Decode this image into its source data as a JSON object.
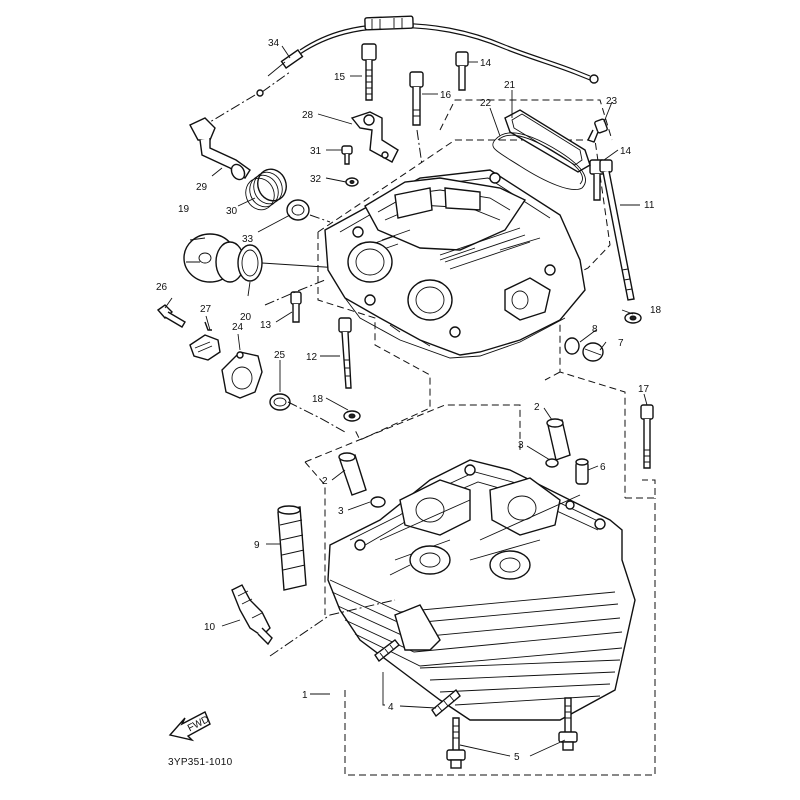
{
  "part_labels": [
    {
      "id": "p34",
      "text": "34"
    },
    {
      "id": "p15",
      "text": "15"
    },
    {
      "id": "p14a",
      "text": "14"
    },
    {
      "id": "p16",
      "text": "16"
    },
    {
      "id": "p21",
      "text": "21"
    },
    {
      "id": "p28",
      "text": "28"
    },
    {
      "id": "p22",
      "text": "22"
    },
    {
      "id": "p23",
      "text": "23"
    },
    {
      "id": "p31",
      "text": "31"
    },
    {
      "id": "p14b",
      "text": "14"
    },
    {
      "id": "p32",
      "text": "32"
    },
    {
      "id": "p29",
      "text": "29"
    },
    {
      "id": "p30",
      "text": "30"
    },
    {
      "id": "p11",
      "text": "11"
    },
    {
      "id": "p19",
      "text": "19"
    },
    {
      "id": "p33",
      "text": "33"
    },
    {
      "id": "p26",
      "text": "26"
    },
    {
      "id": "p20",
      "text": "20"
    },
    {
      "id": "p13",
      "text": "13"
    },
    {
      "id": "p18a",
      "text": "18"
    },
    {
      "id": "p27",
      "text": "27"
    },
    {
      "id": "p24",
      "text": "24"
    },
    {
      "id": "p8",
      "text": "8"
    },
    {
      "id": "p7",
      "text": "7"
    },
    {
      "id": "p12",
      "text": "12"
    },
    {
      "id": "p25",
      "text": "25"
    },
    {
      "id": "p17",
      "text": "17"
    },
    {
      "id": "p18b",
      "text": "18"
    },
    {
      "id": "p2a",
      "text": "2"
    },
    {
      "id": "p3a",
      "text": "3"
    },
    {
      "id": "p6",
      "text": "6"
    },
    {
      "id": "p2b",
      "text": "2"
    },
    {
      "id": "p3b",
      "text": "3"
    },
    {
      "id": "p9",
      "text": "9"
    },
    {
      "id": "p10",
      "text": "10"
    },
    {
      "id": "p1",
      "text": "1"
    },
    {
      "id": "p4",
      "text": "4"
    },
    {
      "id": "p5",
      "text": "5"
    }
  ],
  "diagram_code": "3YP351-1010",
  "front_arrow_text": "FWD"
}
